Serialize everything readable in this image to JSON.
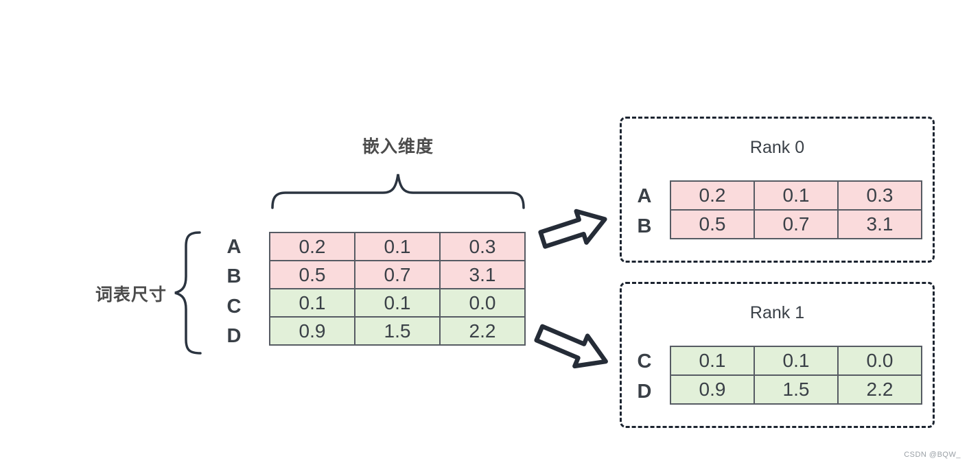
{
  "diagram": {
    "embedding_dim_label": "嵌入维度",
    "vocab_size_label": "词表尺寸",
    "colors": {
      "row_group_rank0": "#fadbdc",
      "row_group_rank1": "#e2f0d9",
      "stroke": "#2b3440",
      "table_border": "#565b63",
      "dashed_box_border": "#1c2430"
    },
    "main_table": {
      "rows": [
        {
          "label": "A",
          "values": [
            "0.2",
            "0.1",
            "0.3"
          ]
        },
        {
          "label": "B",
          "values": [
            "0.5",
            "0.7",
            "3.1"
          ]
        },
        {
          "label": "C",
          "values": [
            "0.1",
            "0.1",
            "0.0"
          ]
        },
        {
          "label": "D",
          "values": [
            "0.9",
            "1.5",
            "2.2"
          ]
        }
      ]
    },
    "rank0": {
      "title": "Rank 0",
      "rows": [
        {
          "label": "A",
          "values": [
            "0.2",
            "0.1",
            "0.3"
          ]
        },
        {
          "label": "B",
          "values": [
            "0.5",
            "0.7",
            "3.1"
          ]
        }
      ]
    },
    "rank1": {
      "title": "Rank 1",
      "rows": [
        {
          "label": "C",
          "values": [
            "0.1",
            "0.1",
            "0.0"
          ]
        },
        {
          "label": "D",
          "values": [
            "0.9",
            "1.5",
            "2.2"
          ]
        }
      ]
    },
    "watermark": "CSDN @BQW_"
  }
}
